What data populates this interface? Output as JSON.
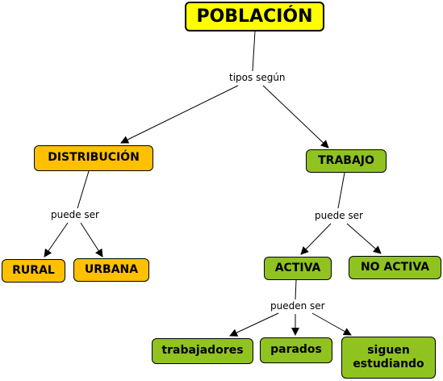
{
  "nodes": {
    "poblacion": "POBLACIÓN",
    "distribucion": "DISTRIBUCIÓN",
    "trabajo": "TRABAJO",
    "rural": "RURAL",
    "urbana": "URBANA",
    "activa": "ACTIVA",
    "no_activa": "NO ACTIVA",
    "trabajadores": "trabajadores",
    "parados": "parados",
    "siguen_estudiando": "siguen estudiando"
  },
  "links": {
    "tipos_segun": "tipos según",
    "puede_ser_distribucion": "puede ser",
    "puede_ser_trabajo": "puede ser",
    "pueden_ser": "pueden ser"
  },
  "colors": {
    "root": "#ffff00",
    "distribution_branch": "#ffc000",
    "work_branch": "#90c31f",
    "lines": "#000000"
  }
}
